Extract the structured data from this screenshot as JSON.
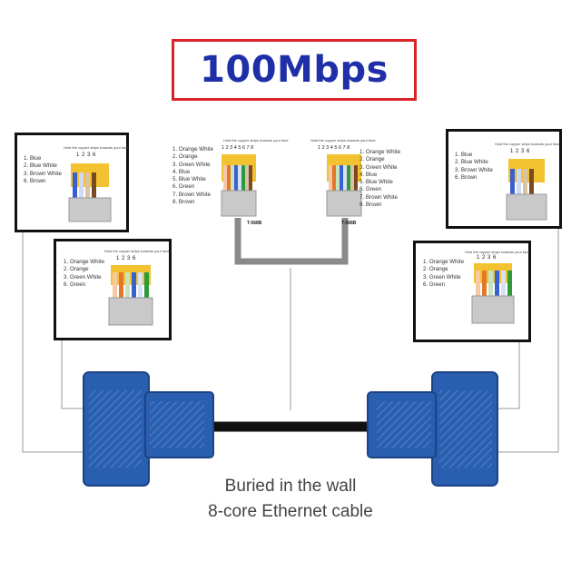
{
  "title": "100Mbps",
  "hint_text": "Hold the copper strips towards your face",
  "panels": {
    "top_left": {
      "pins": "1 2 3      6",
      "wires": [
        "1. Blue",
        "2. Blue White",
        "3. Brown White",
        "6. Brown"
      ]
    },
    "mid_left": {
      "pins": "1 2 3      6",
      "wires": [
        "1. Orange White",
        "2. Orange",
        "3. Green White",
        "6. Green"
      ]
    },
    "top_right": {
      "pins": "1 2 3      6",
      "wires": [
        "1. Blue",
        "2. Blue White",
        "3. Brown White",
        "6. Brown"
      ]
    },
    "mid_right": {
      "pins": "1 2 3      6",
      "wires": [
        "1. Orange White",
        "2. Orange",
        "3. Green White",
        "6. Green"
      ]
    }
  },
  "t568b": {
    "pins": "1 2 3 4 5 6 7 8",
    "label": "T-568B",
    "wires": [
      "1. Orange White",
      "2. Orange",
      "3. Green White",
      "4. Blue",
      "5. Blue White",
      "6. Green",
      "7. Brown White",
      "8. Brown"
    ]
  },
  "caption": {
    "line1": "Buried in the wall",
    "line2": "8-core Ethernet cable"
  },
  "colors": {
    "title_border": "#d9252a",
    "title_text": "#1f2fa8",
    "adapter_blue": "#2a5fb0",
    "cable_gray": "#8a8a8a",
    "cable_black": "#111111",
    "gold": "#f2c230"
  }
}
